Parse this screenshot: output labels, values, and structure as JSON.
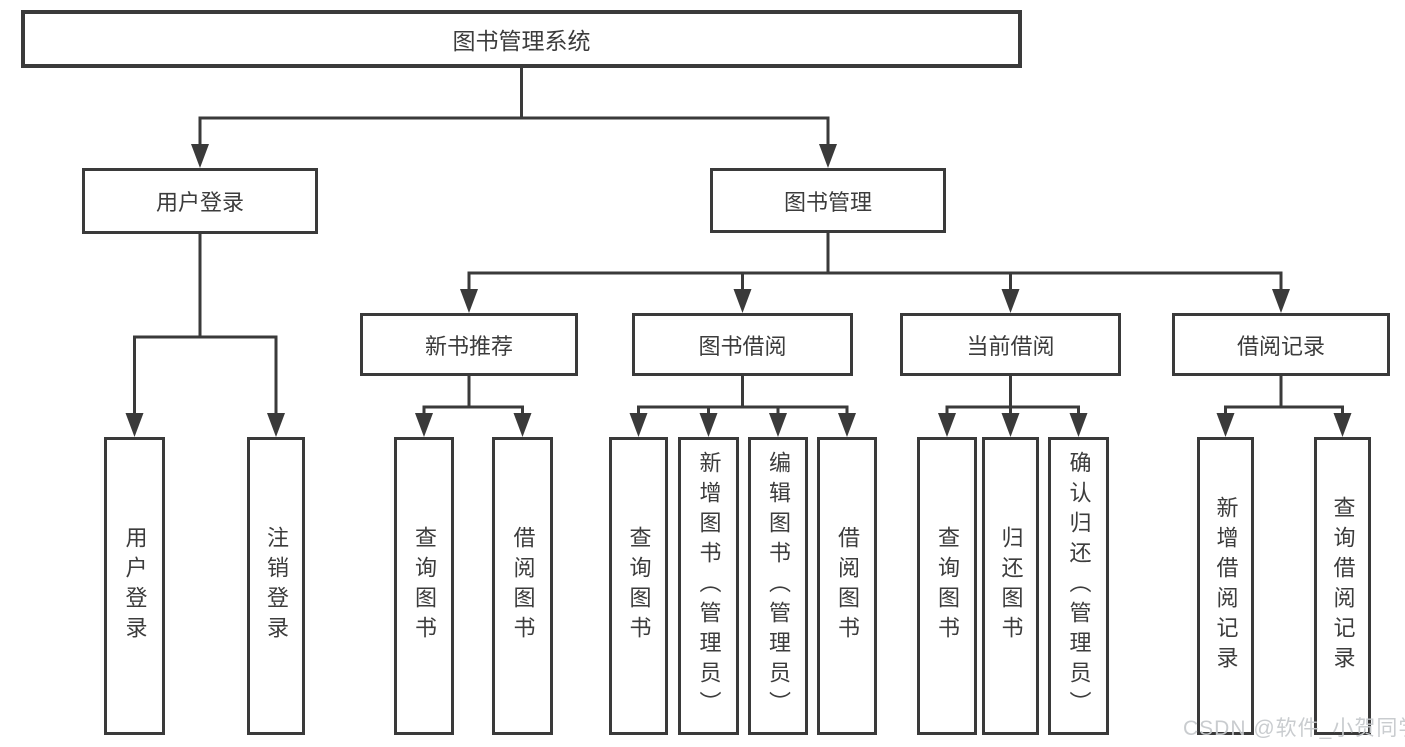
{
  "diagram": {
    "title": "图书管理系统",
    "level2": {
      "user_login": {
        "label": "用户登录"
      },
      "book_mgmt": {
        "label": "图书管理"
      }
    },
    "level3": {
      "new_book_recommend": {
        "label": "新书推荐"
      },
      "book_borrow": {
        "label": "图书借阅"
      },
      "current_borrow": {
        "label": "当前借阅"
      },
      "borrow_records": {
        "label": "借阅记录"
      }
    },
    "leaves": {
      "user_login": {
        "label": "用户登录"
      },
      "logout": {
        "label": "注销登录"
      },
      "query_books_recommend": {
        "label": "查询图书"
      },
      "borrow_books_recommend": {
        "label": "借阅图书"
      },
      "query_books_borrow": {
        "label": "查询图书"
      },
      "add_books_admin": {
        "label": "新增图书（管理员）"
      },
      "edit_books_admin": {
        "label": "编辑图书（管理员）"
      },
      "borrow_books_borrow": {
        "label": "借阅图书"
      },
      "query_books_current": {
        "label": "查询图书"
      },
      "return_books": {
        "label": "归还图书"
      },
      "confirm_return_admin": {
        "label": "确认归还（管理员）"
      },
      "add_borrow_record": {
        "label": "新增借阅记录"
      },
      "query_borrow_record": {
        "label": "查询借阅记录"
      }
    }
  },
  "watermark": {
    "text": "CSDN @软件_小贺同学"
  },
  "colors": {
    "line": "#3a3a3a",
    "text": "#3c3c3c",
    "background": "#ffffff",
    "watermark": "#c7cacd"
  }
}
